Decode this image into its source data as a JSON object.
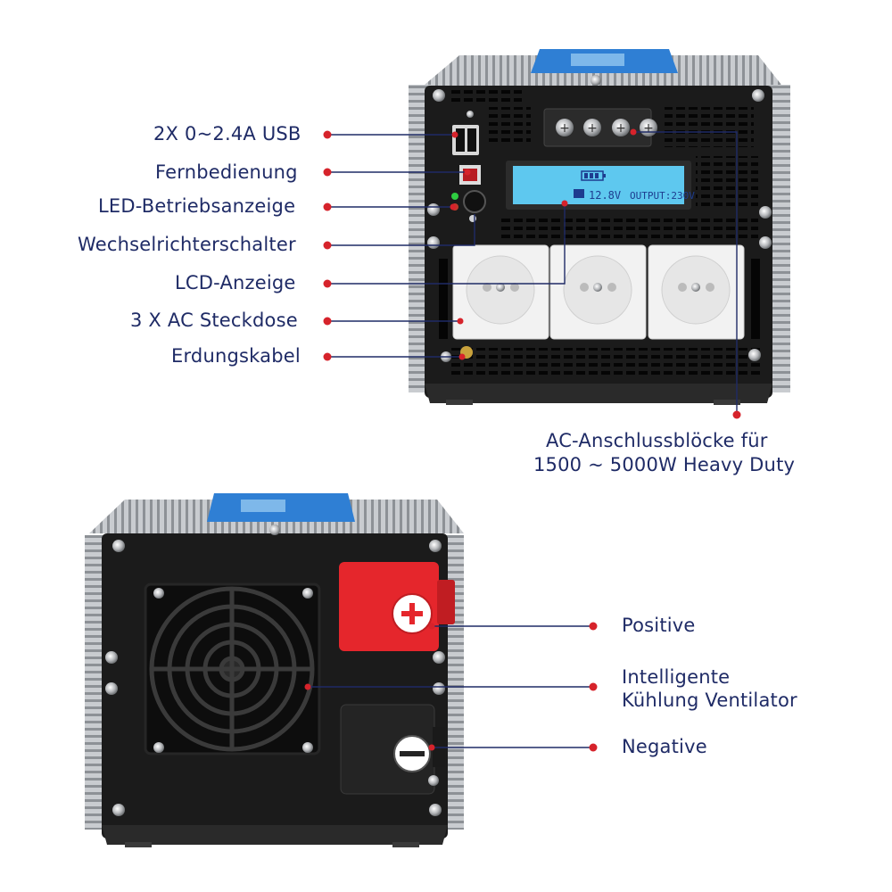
{
  "front_panel": {
    "callouts": {
      "usb": "2X 0~2.4A USB",
      "remote": "Fernbedienung",
      "led": "LED-Betriebsanzeige",
      "switch": "Wechselrichterschalter",
      "lcd": "LCD-Anzeige",
      "outlets": "3 X AC Steckdose",
      "ground": "Erdungskabel",
      "terminal_line1": "AC-Anschlussblöcke für",
      "terminal_line2": "1500 ~ 5000W Heavy Duty"
    },
    "lcd_display": {
      "voltage": "12.8V",
      "output": "OUTPUT:230V"
    }
  },
  "rear_panel": {
    "callouts": {
      "positive": "Positive",
      "fan_line1": "Intelligente",
      "fan_line2": "Kühlung Ventilator",
      "negative": "Negative"
    }
  },
  "colors": {
    "label_text": "#1f2b66",
    "leader_line": "#1f2b66",
    "leader_dot": "#d6232b",
    "housing": "#1b1b1b",
    "heatsink": "#b9bcc0",
    "lcd_screen": "#5ec8ef",
    "outlet": "#f2f2f2",
    "positive_cap": "#e5262c",
    "negative_cap": "#242424"
  }
}
